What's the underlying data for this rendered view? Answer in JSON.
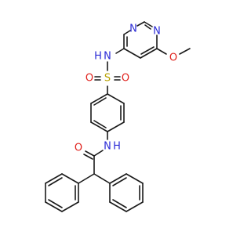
{
  "molecule": {
    "atom_labels": {
      "n_amine": "N",
      "h_amine": "H",
      "n_ring_1": "N",
      "n_ring_2": "N",
      "o_methoxy": "O",
      "s_sulfonyl": "S",
      "o_sulfonyl_left": "O",
      "o_sulfonyl_right": "O",
      "n_amide": "N",
      "h_amide": "H",
      "o_carbonyl": "O"
    },
    "colors": {
      "bond": "#1a1a1a",
      "nitrogen": "#2b2bd6",
      "oxygen": "#e0201b",
      "sulfur": "#b8a200"
    }
  }
}
